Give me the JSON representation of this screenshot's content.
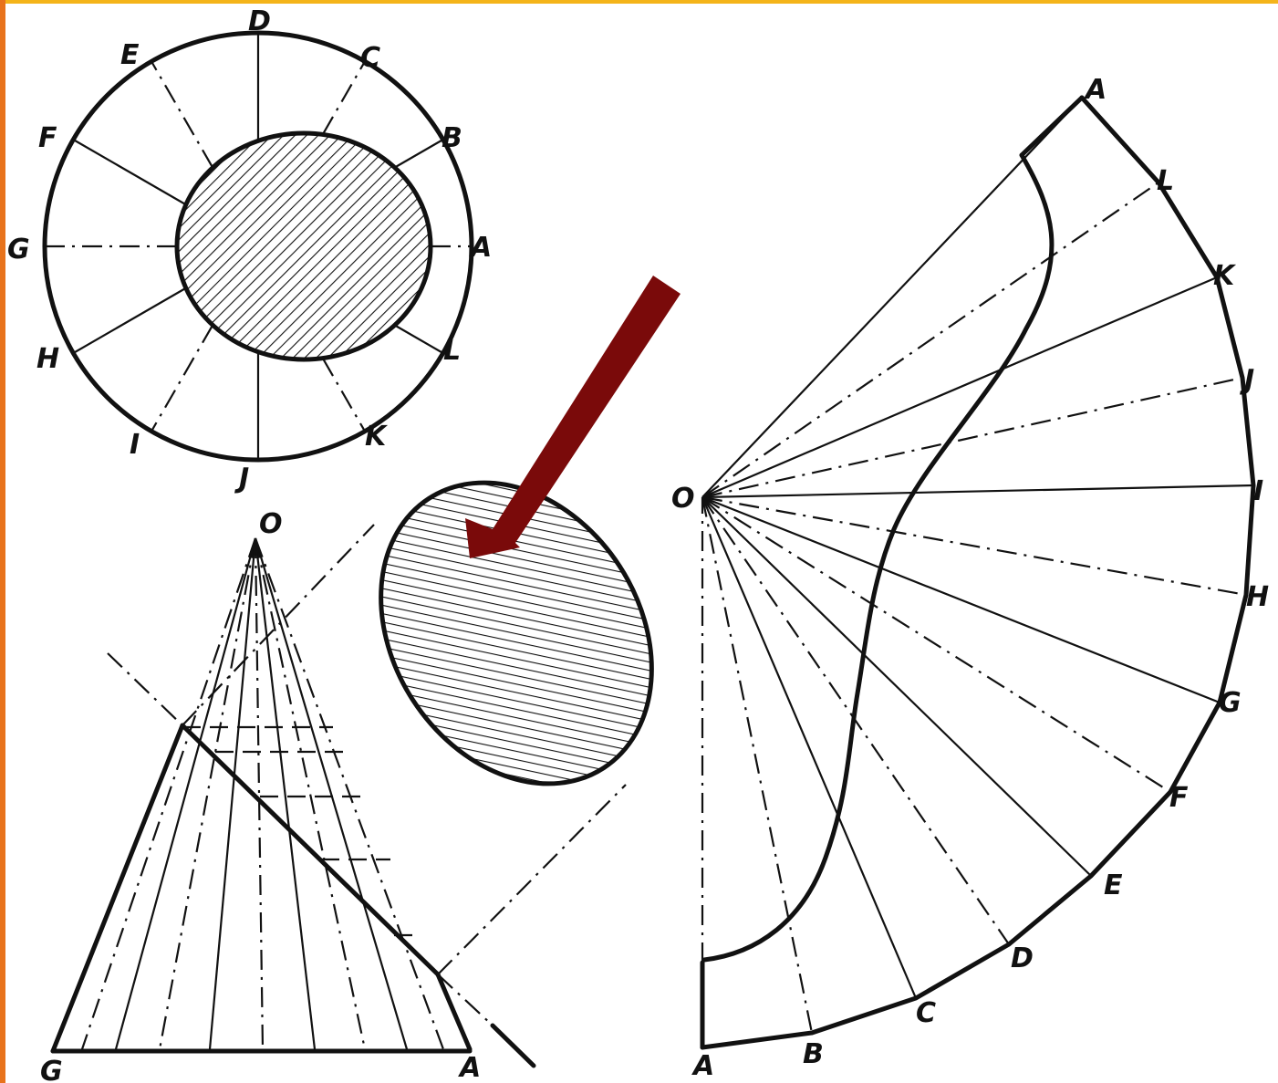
{
  "colors": {
    "frame_top": "#f4b41a",
    "frame_left": "#e8731c",
    "arrow": "#7a0a0a",
    "ink": "#111111",
    "paper": "#ffffff"
  },
  "plan_view": {
    "labels": [
      "A",
      "B",
      "C",
      "D",
      "E",
      "F",
      "G",
      "H",
      "I",
      "J",
      "K",
      "L"
    ]
  },
  "elevation_view": {
    "apex_label": "O",
    "base_left_label": "G",
    "base_right_label": "A"
  },
  "development": {
    "apex_label": "O",
    "arc_labels": [
      "A",
      "B",
      "C",
      "D",
      "E",
      "F",
      "G",
      "H",
      "I",
      "J",
      "K",
      "L",
      "A"
    ]
  },
  "arrow": {
    "icon": "arrow-down-left-icon"
  }
}
